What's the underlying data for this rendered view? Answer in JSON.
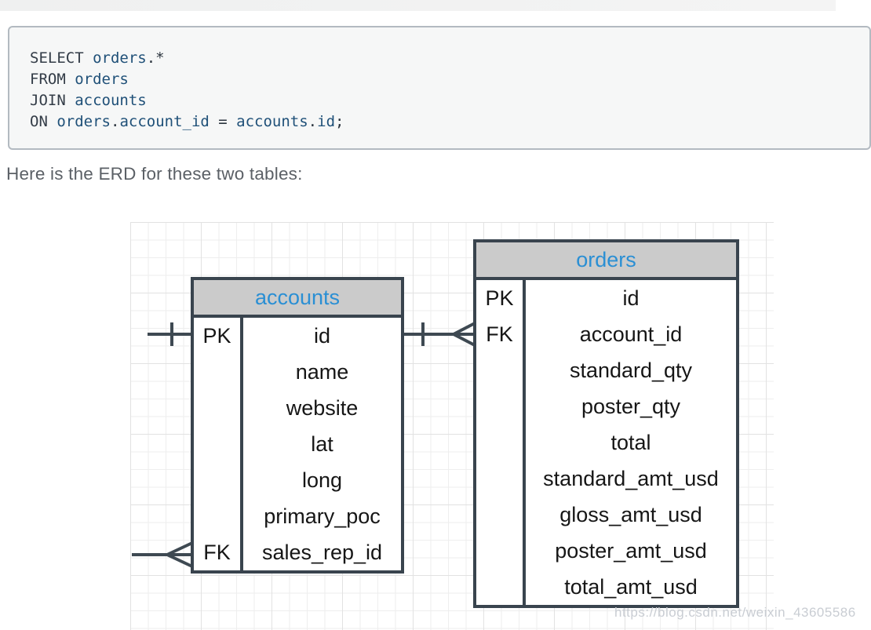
{
  "code_block": {
    "lines": [
      [
        {
          "text": "SELECT",
          "type": "kw"
        },
        {
          "text": " ",
          "type": "pt"
        },
        {
          "text": "orders",
          "type": "id"
        },
        {
          "text": ".*",
          "type": "pt"
        }
      ],
      [
        {
          "text": "FROM",
          "type": "kw"
        },
        {
          "text": " ",
          "type": "pt"
        },
        {
          "text": "orders",
          "type": "id"
        }
      ],
      [
        {
          "text": "JOIN",
          "type": "kw"
        },
        {
          "text": " ",
          "type": "pt"
        },
        {
          "text": "accounts",
          "type": "id"
        }
      ],
      [
        {
          "text": "ON",
          "type": "kw"
        },
        {
          "text": " ",
          "type": "pt"
        },
        {
          "text": "orders",
          "type": "id"
        },
        {
          "text": ".",
          "type": "pt"
        },
        {
          "text": "account_id",
          "type": "id"
        },
        {
          "text": " = ",
          "type": "pt"
        },
        {
          "text": "accounts",
          "type": "id"
        },
        {
          "text": ".",
          "type": "pt"
        },
        {
          "text": "id",
          "type": "id"
        },
        {
          "text": ";",
          "type": "pt"
        }
      ]
    ]
  },
  "intro_text": "Here is the ERD for these two tables:",
  "erd": {
    "tables": [
      {
        "name": "accounts",
        "rows": [
          {
            "key": "PK",
            "field": "id"
          },
          {
            "key": "",
            "field": "name"
          },
          {
            "key": "",
            "field": "website"
          },
          {
            "key": "",
            "field": "lat"
          },
          {
            "key": "",
            "field": "long"
          },
          {
            "key": "",
            "field": "primary_poc"
          },
          {
            "key": "FK",
            "field": "sales_rep_id"
          }
        ]
      },
      {
        "name": "orders",
        "rows": [
          {
            "key": "PK",
            "field": "id"
          },
          {
            "key": "FK",
            "field": "account_id"
          },
          {
            "key": "",
            "field": "standard_qty"
          },
          {
            "key": "",
            "field": "poster_qty"
          },
          {
            "key": "",
            "field": "total"
          },
          {
            "key": "",
            "field": "standard_amt_usd"
          },
          {
            "key": "",
            "field": "gloss_amt_usd"
          },
          {
            "key": "",
            "field": "poster_amt_usd"
          },
          {
            "key": "",
            "field": "total_amt_usd"
          }
        ]
      }
    ],
    "relationship": "accounts.id (one) to orders.account_id (many)"
  },
  "watermark": "https://blog.csdn.net/weixin_43605586",
  "colors": {
    "table_border": "#39444e",
    "header_bg": "#cbcbcb",
    "table_title_blue": "#2a8fd4",
    "connector": "#3e4952",
    "code_keyword": "#333c47",
    "code_identifier": "#1f5078",
    "code_bg": "#f6f7f7",
    "intro_gray": "#5b6066",
    "watermark_gray": "#c9cdd3"
  }
}
